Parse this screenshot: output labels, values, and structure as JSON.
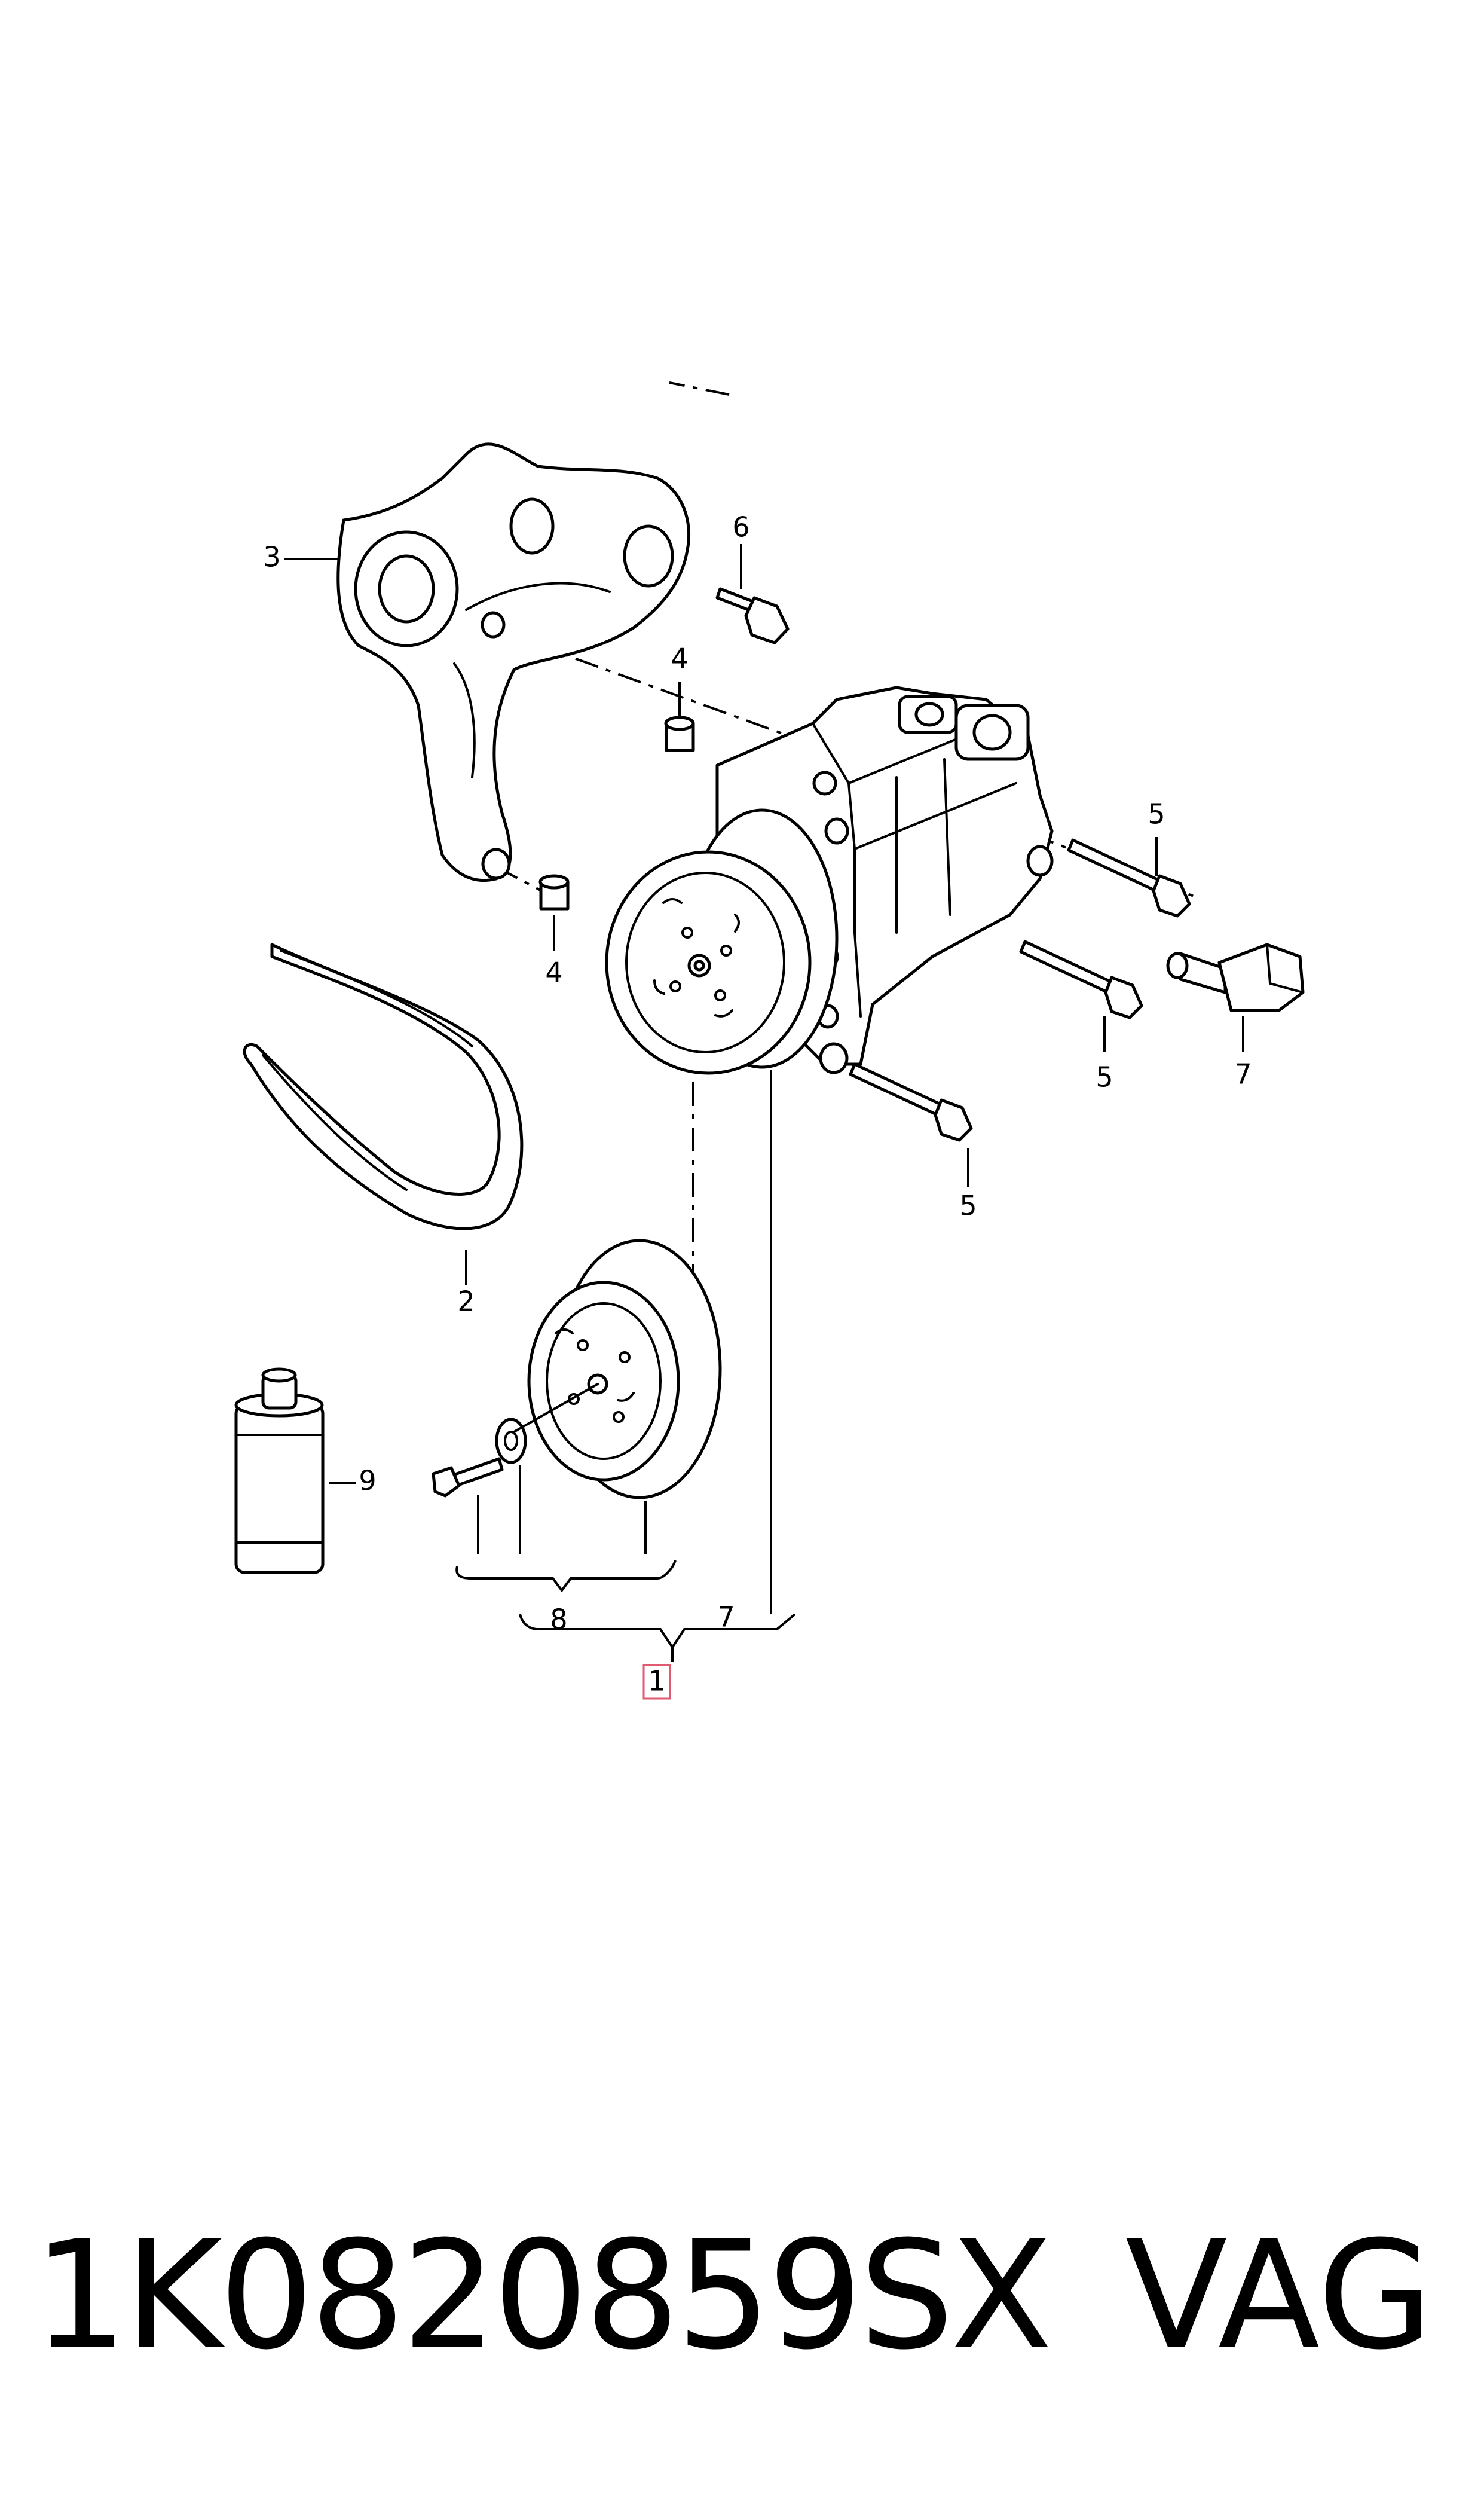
{
  "diagram": {
    "callouts": {
      "c1": "1",
      "c2": "2",
      "c3": "3",
      "c4a": "4",
      "c4b": "4",
      "c5a": "5",
      "c5b": "5",
      "c5c": "5",
      "c6": "6",
      "c7a": "7",
      "c7b": "7",
      "c8": "8",
      "c9": "9"
    },
    "highlight_color": "#e05a70"
  },
  "footer": {
    "part_number": "1K0820859SX",
    "brand": "VAG"
  }
}
